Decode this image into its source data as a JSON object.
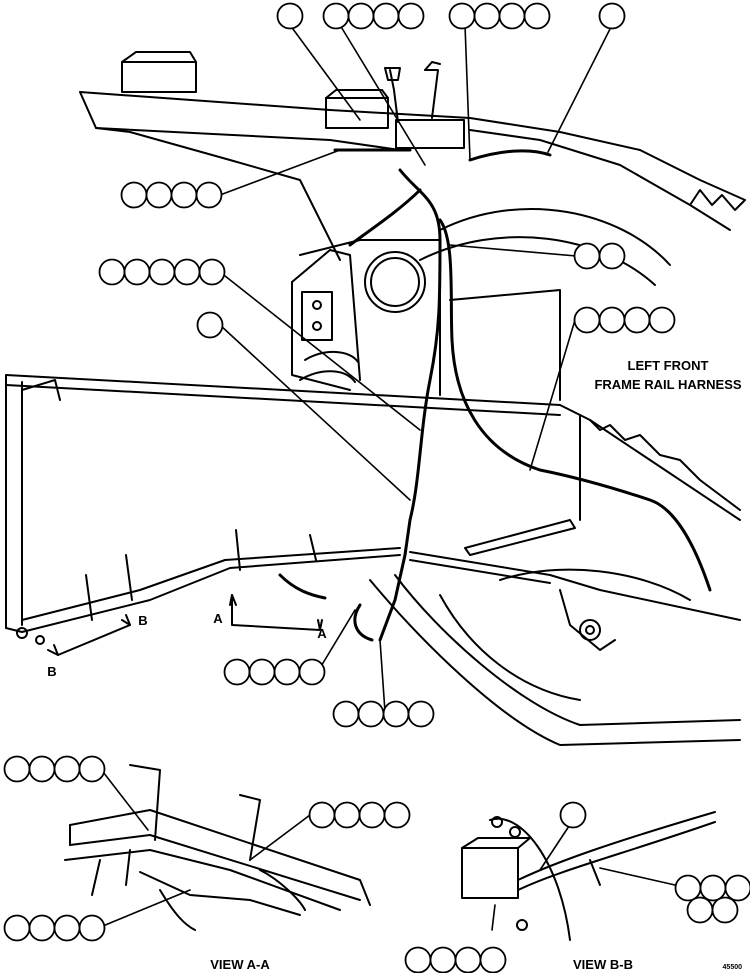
{
  "labels": {
    "harness_line1": "LEFT FRONT",
    "harness_line2": "FRAME RAIL HARNESS",
    "view_aa": "VIEW A-A",
    "view_bb": "VIEW B-B",
    "figure_number": "45500",
    "section_a": "A",
    "section_b": "B"
  },
  "callout_groups": [
    {
      "id": "top-1",
      "count": 1
    },
    {
      "id": "top-4",
      "count": 4
    },
    {
      "id": "top-4b",
      "count": 4
    },
    {
      "id": "top-1b",
      "count": 1
    },
    {
      "id": "left-4",
      "count": 4
    },
    {
      "id": "mid-2",
      "count": 2
    },
    {
      "id": "left-5",
      "count": 5
    },
    {
      "id": "right-4",
      "count": 4
    },
    {
      "id": "left-1",
      "count": 1
    },
    {
      "id": "low-4",
      "count": 4
    },
    {
      "id": "low-4b",
      "count": 4
    },
    {
      "id": "aa-4",
      "count": 4
    },
    {
      "id": "aa-4b",
      "count": 4
    },
    {
      "id": "aa-4c",
      "count": 4
    },
    {
      "id": "bb-1",
      "count": 1
    },
    {
      "id": "bb-5",
      "count": 5
    },
    {
      "id": "bb-4",
      "count": 4
    }
  ]
}
